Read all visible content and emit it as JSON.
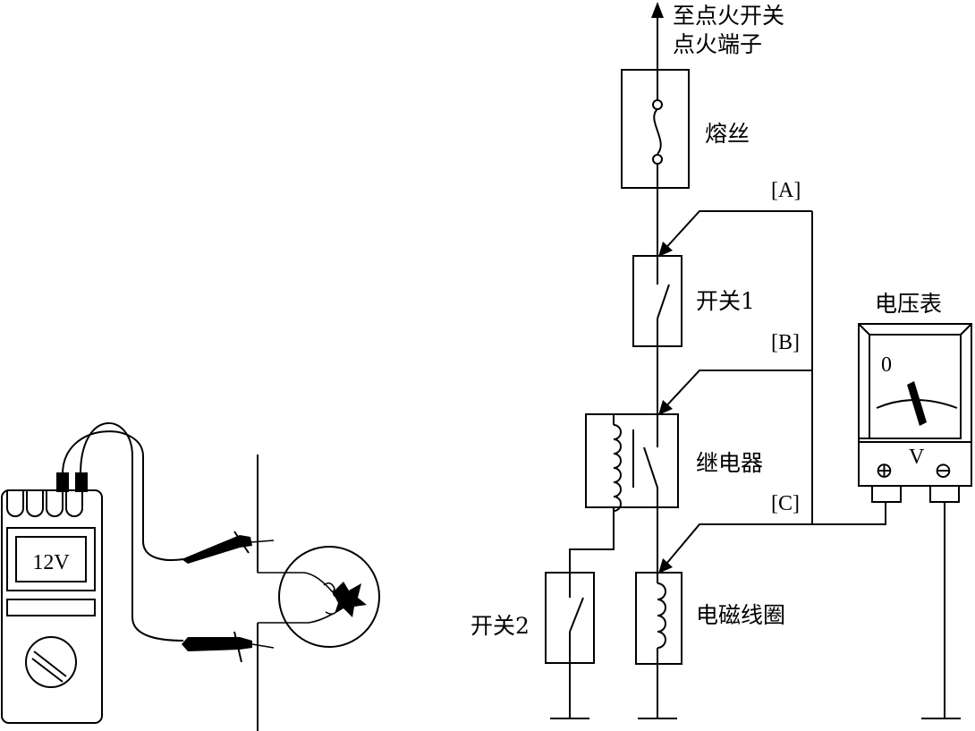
{
  "labels": {
    "to_ignition_line1": "至点火开关",
    "to_ignition_line2": "点火端子",
    "fuse": "熔丝",
    "point_a": "[A]",
    "point_b": "[B]",
    "point_c": "[C]",
    "switch1": "开关1",
    "relay": "继电器",
    "switch2": "开关2",
    "solenoid": "电磁线圈",
    "voltmeter": "电压表",
    "meter_zero": "0",
    "meter_unit": "V",
    "meter_plus": "⊕",
    "meter_minus": "⊖"
  },
  "tester": {
    "display": "12V"
  }
}
